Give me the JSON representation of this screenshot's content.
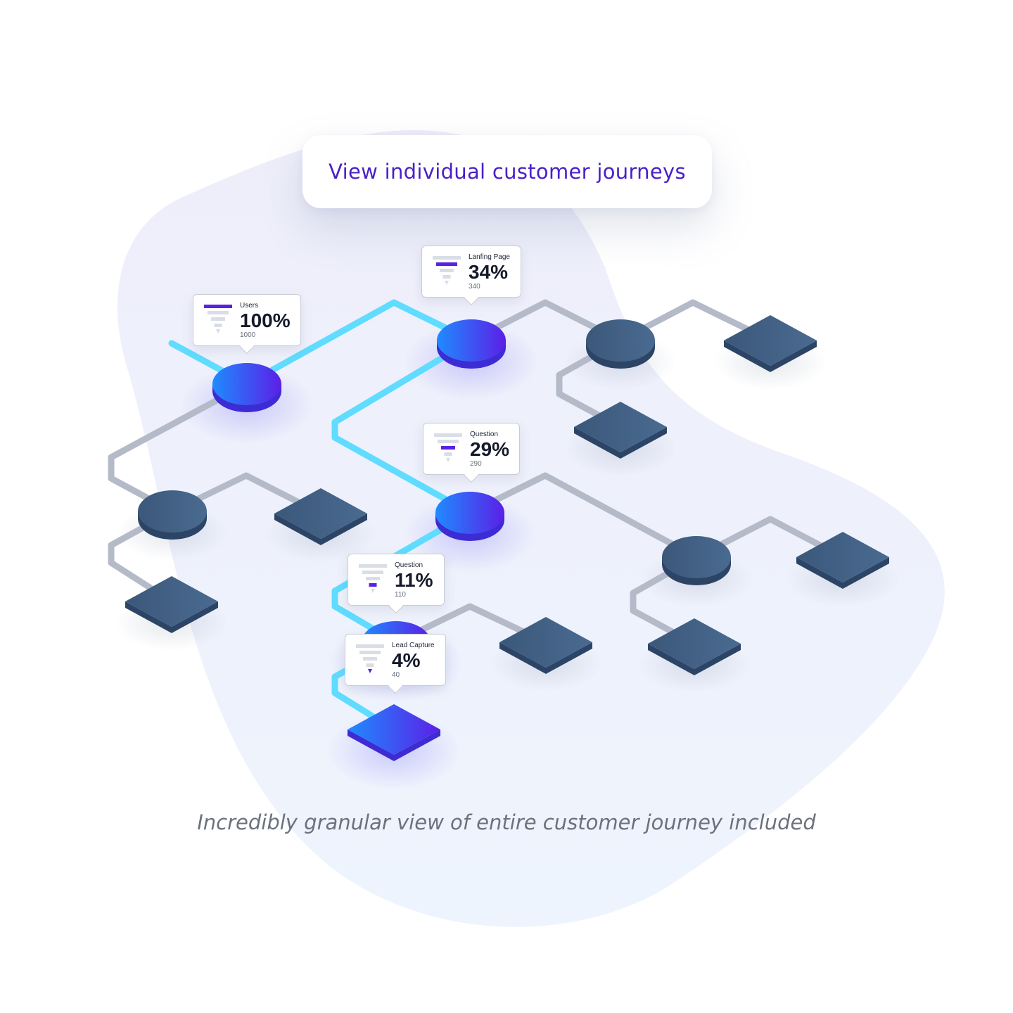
{
  "header": {
    "title": "View individual customer journeys"
  },
  "caption": "Incredibly granular view of entire customer journey included",
  "colors": {
    "accent_purple": "#4a1fc9",
    "active_path": "#5fdcff",
    "inactive_path": "#b5bac9",
    "node_dark": "#3f5c7e",
    "node_active_start": "#1f8bff",
    "node_active_end": "#5b1fe6",
    "funnel_highlight": "#5a22e0",
    "funnel_idle": "#d9dde6"
  },
  "tooltips": [
    {
      "id": "users",
      "label": "Users",
      "percent": "100%",
      "count": "1000",
      "level": 0
    },
    {
      "id": "landing",
      "label": "Lanfing Page",
      "percent": "34%",
      "count": "340",
      "level": 1
    },
    {
      "id": "question1",
      "label": "Question",
      "percent": "29%",
      "count": "290",
      "level": 2
    },
    {
      "id": "question2",
      "label": "Question",
      "percent": "11%",
      "count": "110",
      "level": 3
    },
    {
      "id": "lead",
      "label": "Lead Capture",
      "percent": "4%",
      "count": "40",
      "level": 4
    }
  ]
}
